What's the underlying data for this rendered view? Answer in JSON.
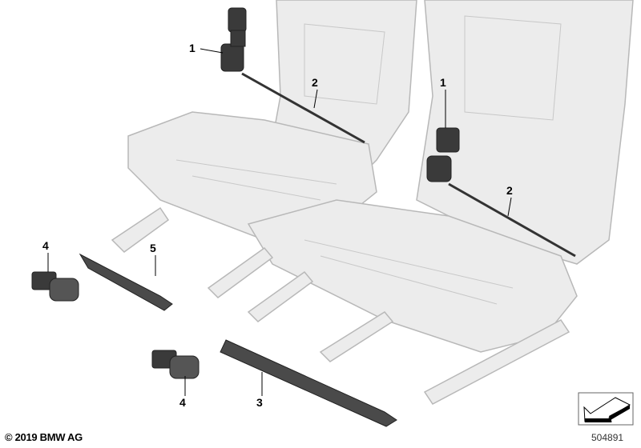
{
  "diagram": {
    "callouts": [
      {
        "id": "callout-1-top",
        "text": "1"
      },
      {
        "id": "callout-2-top",
        "text": "2"
      },
      {
        "id": "callout-1-right",
        "text": "1"
      },
      {
        "id": "callout-2-right",
        "text": "2"
      },
      {
        "id": "callout-4-left",
        "text": "4"
      },
      {
        "id": "callout-5",
        "text": "5"
      },
      {
        "id": "callout-4-bottom",
        "text": "4"
      },
      {
        "id": "callout-3",
        "text": "3"
      }
    ],
    "copyright": "© 2019 BMW AG",
    "reference_number": "504891",
    "icon": "direction-arrow-icon",
    "colors": {
      "seat_frame": "#e6e6e6",
      "seat_outline": "#b4b4b4",
      "parts": "#3a3a3a"
    }
  }
}
